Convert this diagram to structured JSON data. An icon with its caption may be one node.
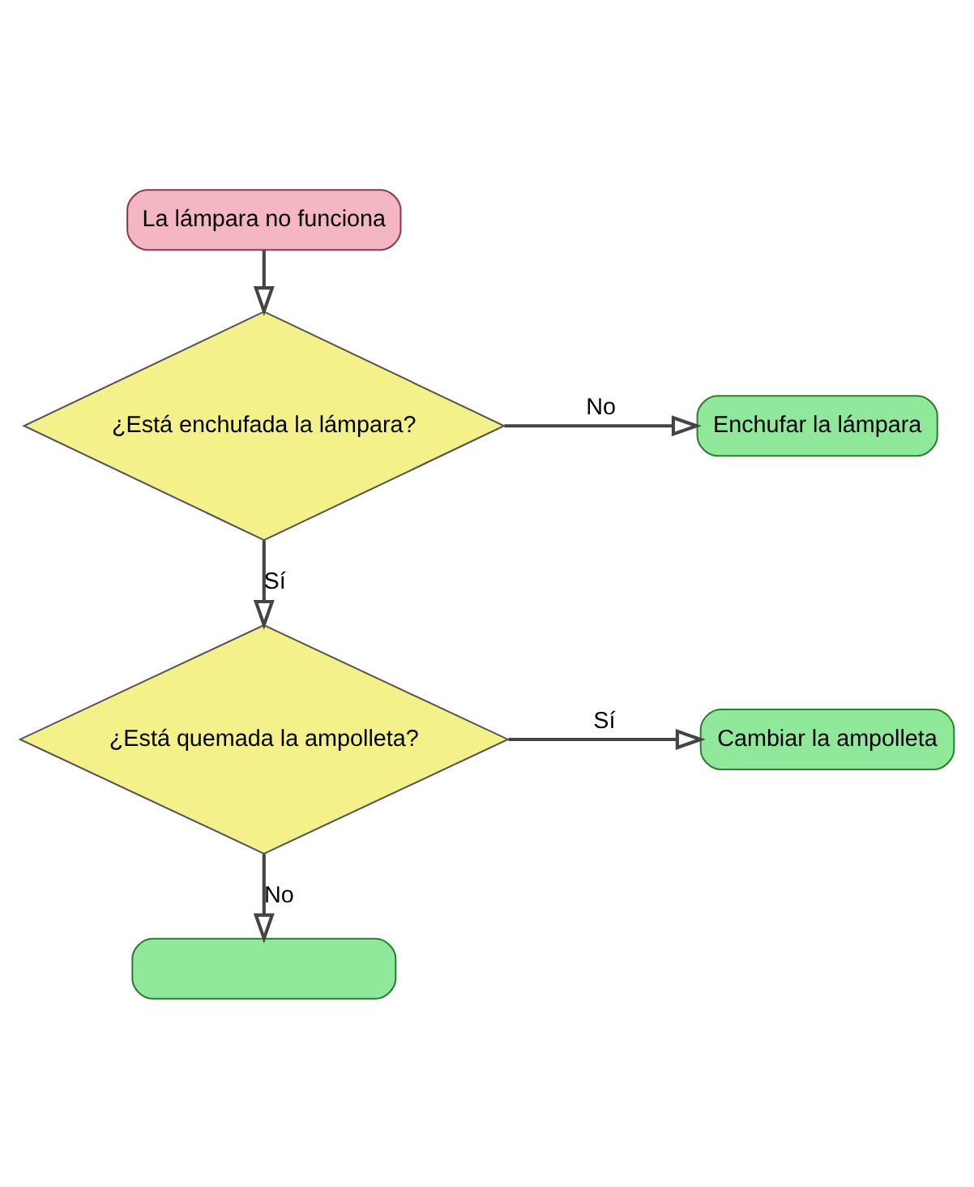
{
  "diagram": {
    "nodes": [
      {
        "text": [
          "La lámpara no funciona"
        ]
      },
      {
        "text": [
          "¿Está enchufada la lámpara?"
        ]
      },
      {
        "text": [
          "Enchufar la lámpara"
        ]
      },
      {
        "text": [
          "¿Está quemada la ampolleta?"
        ]
      },
      {
        "text": [
          "Cambiar la ampolleta"
        ]
      },
      {
        "text": [],
        "shape": "box"
      }
    ],
    "edges": [
      {
        "from": 0,
        "to": 1,
        "arrow": "to"
      },
      {
        "from": 1,
        "to": 2,
        "arrow": "to",
        "label": "No"
      },
      {
        "from": 1,
        "to": 3,
        "arrow": "to",
        "label": "Sí"
      },
      {
        "from": 3,
        "to": 4,
        "arrow": "to",
        "label": "Sí"
      },
      {
        "from": 3,
        "to": 5,
        "arrow": "to",
        "label": "No"
      }
    ]
  }
}
